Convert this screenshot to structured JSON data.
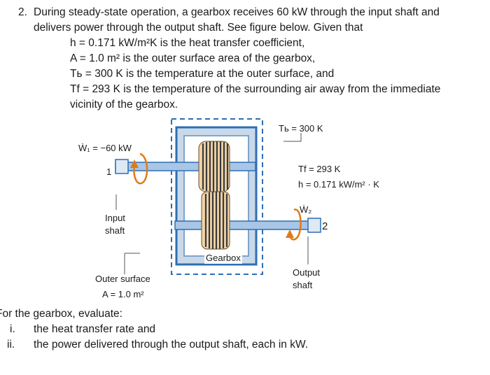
{
  "problem": {
    "number": "2.",
    "intro_line1": "During steady-state operation, a gearbox receives 60 kW through the input shaft and",
    "intro_line2": "delivers power through the output shaft. See figure below. Given that",
    "givens": [
      "h = 0.171 kW/m²K is the heat transfer coefficient,",
      "A = 1.0 m² is the outer surface area of the gearbox,",
      "Tь = 300 K is the temperature at the outer surface, and",
      "Tf = 293 K is the temperature of the surrounding air away from the immediate",
      "vicinity of the gearbox."
    ],
    "evaluate_intro": "For the gearbox, evaluate:",
    "tasks": [
      {
        "marker": "i.",
        "text": "the heat transfer rate and"
      },
      {
        "marker": "ii.",
        "text": "the power delivered through the output shaft, each in kW."
      }
    ]
  },
  "figure": {
    "w1_label": "Ẇ₁ = −60 kW",
    "tb_label": "Tь = 300 K",
    "tf_label": "Tf = 293 K",
    "h_label": "h = 0.171 kW/m² · K",
    "w2_label": "Ẇ₂",
    "station_1": "1",
    "station_2": "2",
    "input_shaft_line1": "Input",
    "input_shaft_line2": "shaft",
    "gearbox_label": "Gearbox",
    "outer_surface_label": "Outer surface",
    "area_label": "A = 1.0 m²",
    "output_shaft_line1": "Output",
    "output_shaft_line2": "shaft",
    "colors": {
      "housing": "#c9d9ea",
      "housing_edge": "#2c6fb3",
      "shaft": "#a9c6e6",
      "gear_light": "#f0d4a8",
      "gear_dark": "#3a3a3a",
      "arrow": "#e07a14",
      "dashed": "#2c6fb3"
    }
  }
}
